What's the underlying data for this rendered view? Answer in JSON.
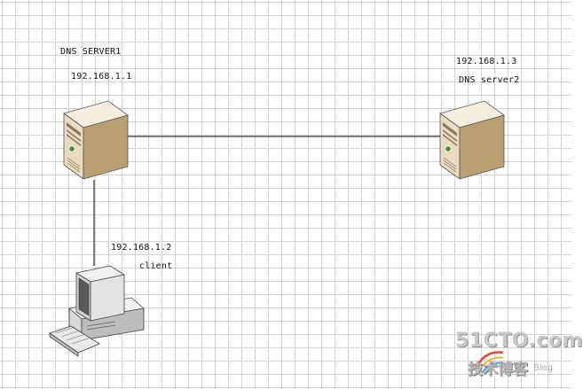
{
  "nodes": {
    "server1": {
      "name": "DNS SERVER1",
      "ip": "192.168.1.1"
    },
    "server2": {
      "name": "DNS server2",
      "ip": "192.168.1.3"
    },
    "client": {
      "name": "client",
      "ip": "192.168.1.2"
    }
  },
  "watermark": {
    "site": "51CTO.com",
    "sub": "技术博客",
    "blog": "Blog"
  },
  "colors": {
    "grid": "#d2d2d2",
    "server_front": "#e9dcc2",
    "server_side": "#b99e70",
    "link": "#000000"
  }
}
